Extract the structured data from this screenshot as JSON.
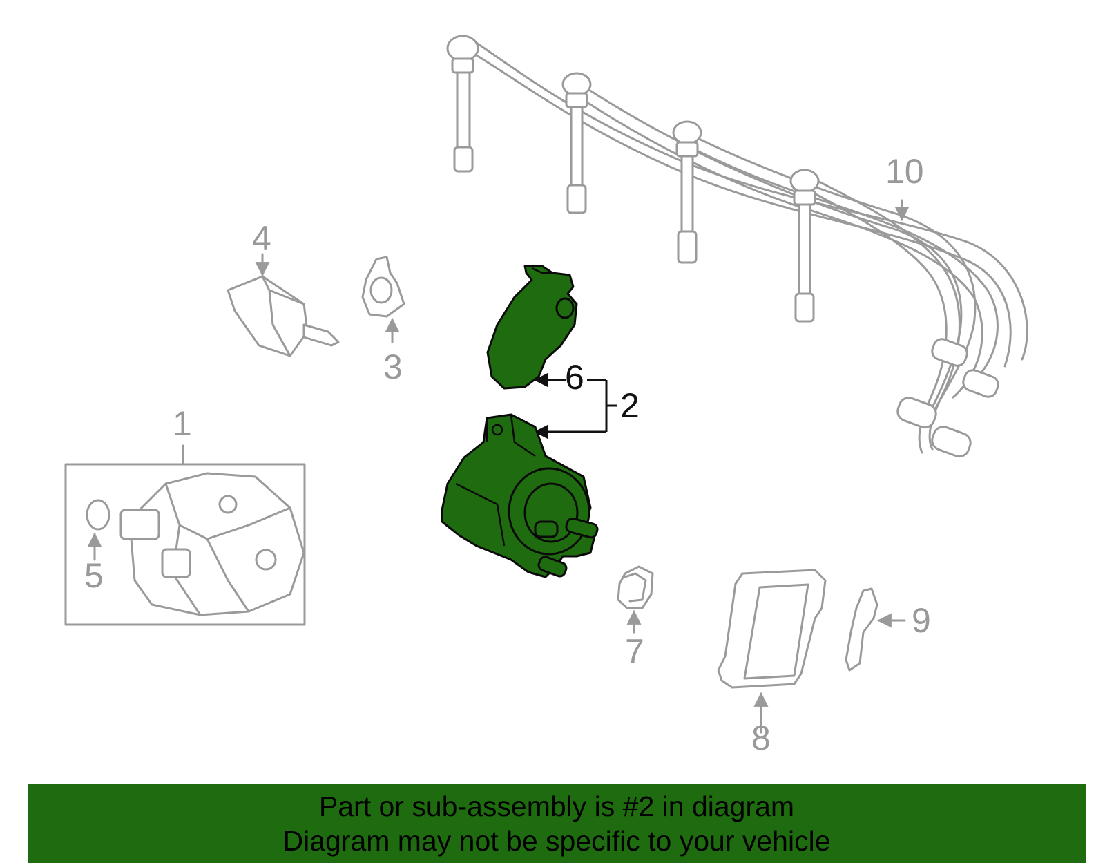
{
  "diagram": {
    "highlighted_part": "2",
    "callouts": [
      {
        "id": "1",
        "label": "1"
      },
      {
        "id": "2",
        "label": "2"
      },
      {
        "id": "3",
        "label": "3"
      },
      {
        "id": "4",
        "label": "4"
      },
      {
        "id": "5",
        "label": "5"
      },
      {
        "id": "6",
        "label": "6"
      },
      {
        "id": "7",
        "label": "7"
      },
      {
        "id": "8",
        "label": "8"
      },
      {
        "id": "9",
        "label": "9"
      },
      {
        "id": "10",
        "label": "10"
      }
    ],
    "colors": {
      "highlight": "#1f6b10",
      "line_gray": "#9a9a9a",
      "line_black": "#111111"
    }
  },
  "banner": {
    "line1": "Part or sub-assembly is #2 in diagram",
    "line2": "Diagram may not be specific to your vehicle",
    "background": "#1f6b10"
  }
}
